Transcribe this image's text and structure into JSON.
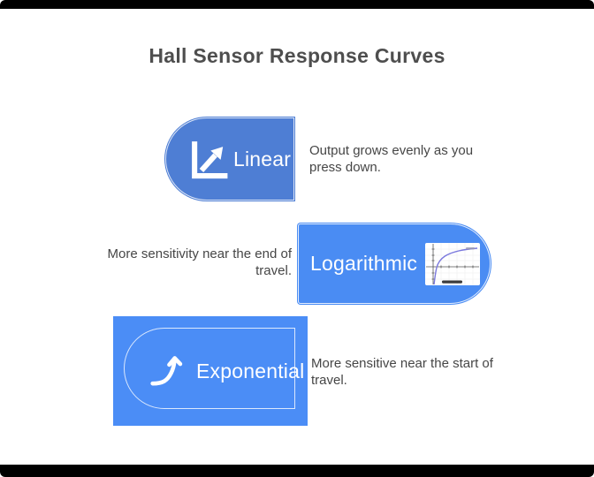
{
  "title": "Hall Sensor Response Curves",
  "colors": {
    "page_background": "#ffffff",
    "frame_bars": "#000000",
    "title_text": "#4e4e4e",
    "description_text": "#464646",
    "linear_card_fill": "#4e7ed4",
    "logarithmic_card_fill": "#4a8cf3",
    "exponential_card_fill": "#4b8df6",
    "card_label_text": "#ffffff",
    "card_outline": "rgba(255,255,255,0.8)",
    "thumbnail_curve": "#7b79dd"
  },
  "items": [
    {
      "id": "linear",
      "label": "Linear",
      "description": "Output grows evenly as you press down.",
      "icon": "linear-axes-arrow"
    },
    {
      "id": "logarithmic",
      "label": "Logarithmic",
      "description": "More sensitivity near the end of travel.",
      "icon": "logarithmic-curve-thumbnail"
    },
    {
      "id": "exponential",
      "label": "Exponential",
      "description": "More sensitive near the start of travel.",
      "icon": "exponential-curve-arrow"
    }
  ],
  "thumbnail_chart": {
    "type": "line",
    "curve_shape": "logarithmic",
    "description": "small white plot thumbnail with gray axes and a purple-blue logarithmic curve rising steeply then flattening; tick marks unlabeled-illegible; dark bar at bottom center",
    "line_color": "#7b79dd"
  }
}
